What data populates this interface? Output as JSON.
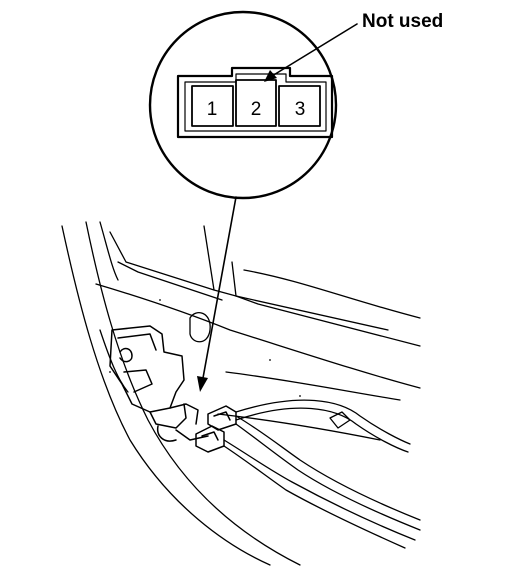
{
  "callout": {
    "label": "Not used"
  },
  "connector": {
    "pins": [
      "1",
      "2",
      "3"
    ]
  },
  "colors": {
    "ink": "#000000",
    "background": "#ffffff"
  }
}
